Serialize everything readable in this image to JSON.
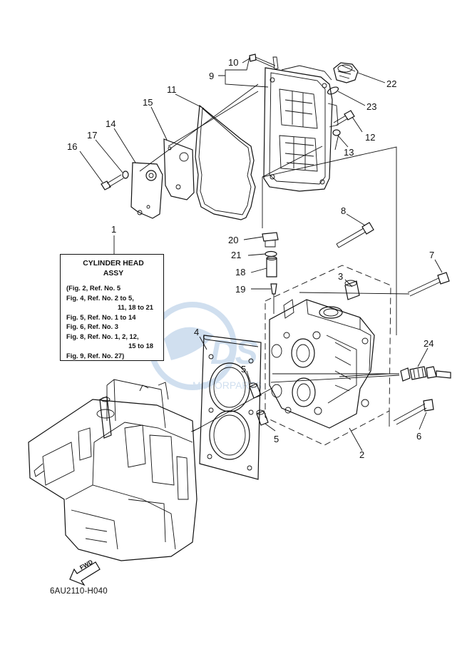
{
  "callouts": [
    {
      "id": "c1",
      "label": "1"
    },
    {
      "id": "c2",
      "label": "2"
    },
    {
      "id": "c3",
      "label": "3"
    },
    {
      "id": "c4",
      "label": "4"
    },
    {
      "id": "c5a",
      "label": "5"
    },
    {
      "id": "c5b",
      "label": "5"
    },
    {
      "id": "c6",
      "label": "6"
    },
    {
      "id": "c7",
      "label": "7"
    },
    {
      "id": "c8",
      "label": "8"
    },
    {
      "id": "c9",
      "label": "9"
    },
    {
      "id": "c10",
      "label": "10"
    },
    {
      "id": "c11",
      "label": "11"
    },
    {
      "id": "c12",
      "label": "12"
    },
    {
      "id": "c13",
      "label": "13"
    },
    {
      "id": "c14",
      "label": "14"
    },
    {
      "id": "c15",
      "label": "15"
    },
    {
      "id": "c16",
      "label": "16"
    },
    {
      "id": "c17",
      "label": "17"
    },
    {
      "id": "c18",
      "label": "18"
    },
    {
      "id": "c19",
      "label": "19"
    },
    {
      "id": "c20",
      "label": "20"
    },
    {
      "id": "c21",
      "label": "21"
    },
    {
      "id": "c22",
      "label": "22"
    },
    {
      "id": "c23",
      "label": "23"
    },
    {
      "id": "c24",
      "label": "24"
    }
  ],
  "info_box": {
    "title_line1": "CYLINDER HEAD",
    "title_line2": "ASSY",
    "refs": [
      "(Fig. 2, Ref. No. 5",
      "Fig. 4, Ref. No. 2 to 5,",
      "11, 18 to 21",
      "Fig. 5, Ref. No. 1 to 14",
      "Fig. 6, Ref. No. 3",
      "Fig. 8, Ref. No. 1, 2, 12,",
      "15 to 18",
      "Fig. 9, Ref. No. 27)"
    ]
  },
  "fwd_label": "FWD",
  "diagram_code": "6AU2110-H040",
  "colors": {
    "ink": "#111111",
    "watermark": "#5b8fc9"
  }
}
